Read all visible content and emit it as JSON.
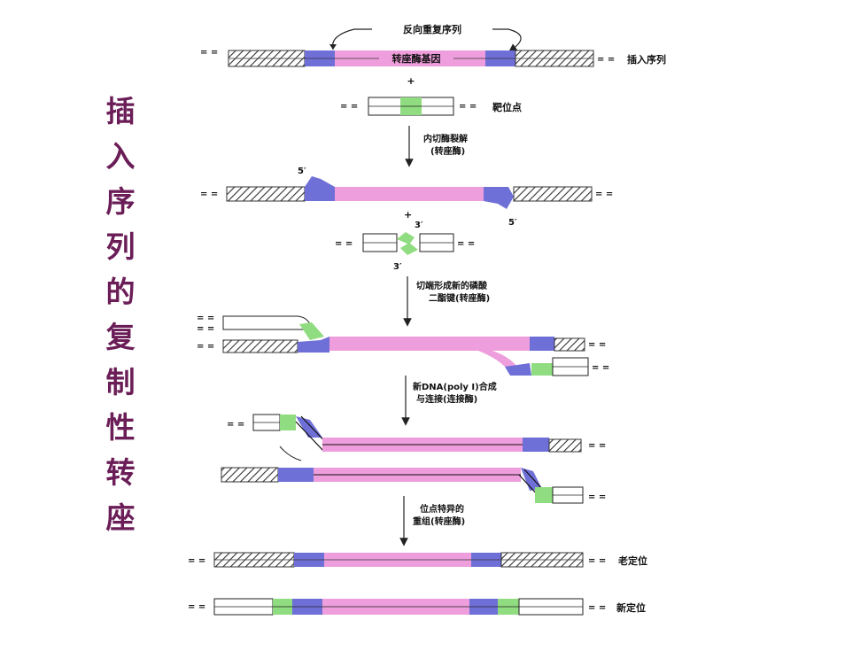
{
  "title_vertical": [
    "插",
    "入",
    "序",
    "列",
    "的",
    "复",
    "制",
    "性",
    "转",
    "座"
  ],
  "labels": {
    "inverted_repeat": "反向重复序列",
    "transposase_gene": "转座酶基因",
    "insertion_sequence": "插入序列",
    "plus": "+",
    "target_site": "靶位点",
    "step1_line1": "内切酶裂解",
    "step1_line2": "(转座酶)",
    "end_5": "5′",
    "end_3": "3′",
    "step2_line1": "切端形成新的磷酸",
    "step2_line2": "二酯键(转座酶)",
    "step3_line1": "新DNA(poly Ⅰ)合成",
    "step3_line2": "与连接(连接酶)",
    "step4_line1": "位点特异的",
    "step4_line2": "重组(转座酶)",
    "old_locus": "老定位",
    "new_locus": "新定位"
  },
  "colors": {
    "title": "#6b1d57",
    "inverted_repeat": "#6f6fd8",
    "transposon_body": "#ee9edc",
    "target_site": "#90dc80",
    "hatched_dna": "#333333"
  }
}
